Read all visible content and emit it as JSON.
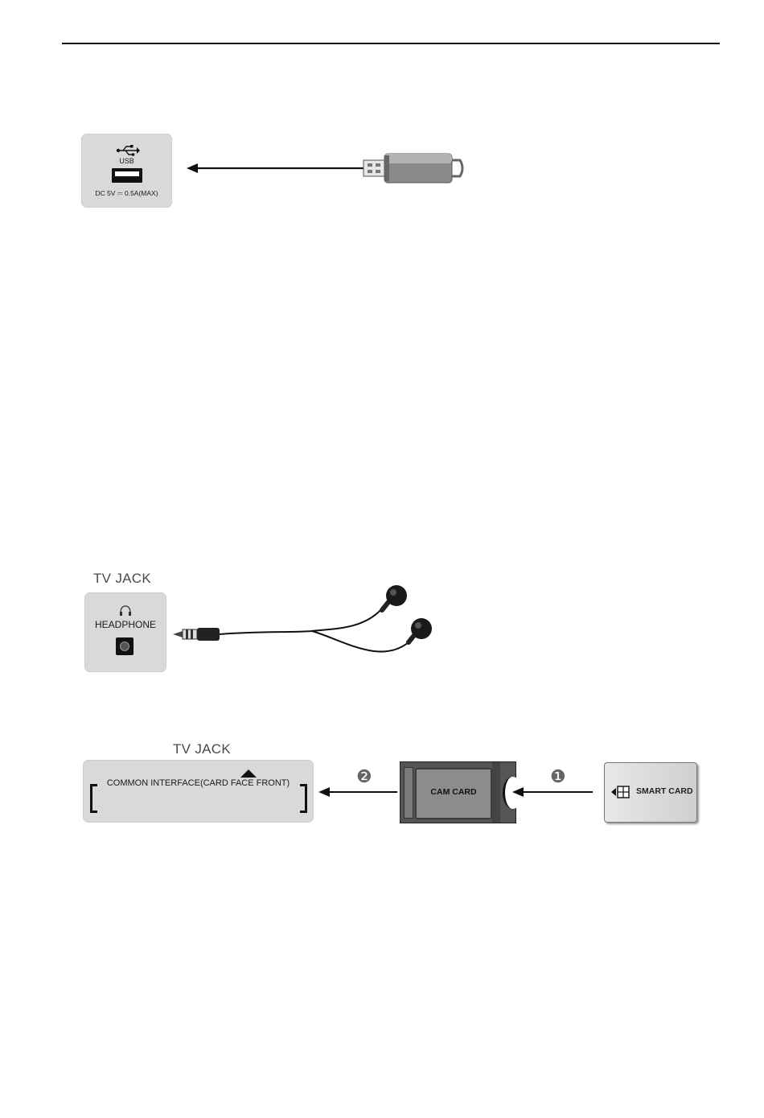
{
  "usb_panel": {
    "port_label": "USB",
    "power_rating": "DC 5V ⎓ 0.5A(MAX)",
    "icons": [
      "usb-symbol-icon",
      "usb-port-icon",
      "usb-flash-drive-icon"
    ]
  },
  "headphone_section": {
    "title": "TV JACK",
    "port_label": "HEADPHONE",
    "icons": [
      "headphone-icon",
      "audio-jack-icon",
      "earphones-icon"
    ]
  },
  "ci_section": {
    "title": "TV JACK",
    "slot_label": "COMMON INTERFACE(CARD FACE FRONT)",
    "cam_card_label": "CAM CARD",
    "smart_card_label": "SMART CARD",
    "step_one": "❶",
    "step_two": "❷"
  },
  "colors": {
    "panel": "#d9d9d9",
    "arrow": "#111111",
    "drive_body": "#8a8a8a"
  }
}
